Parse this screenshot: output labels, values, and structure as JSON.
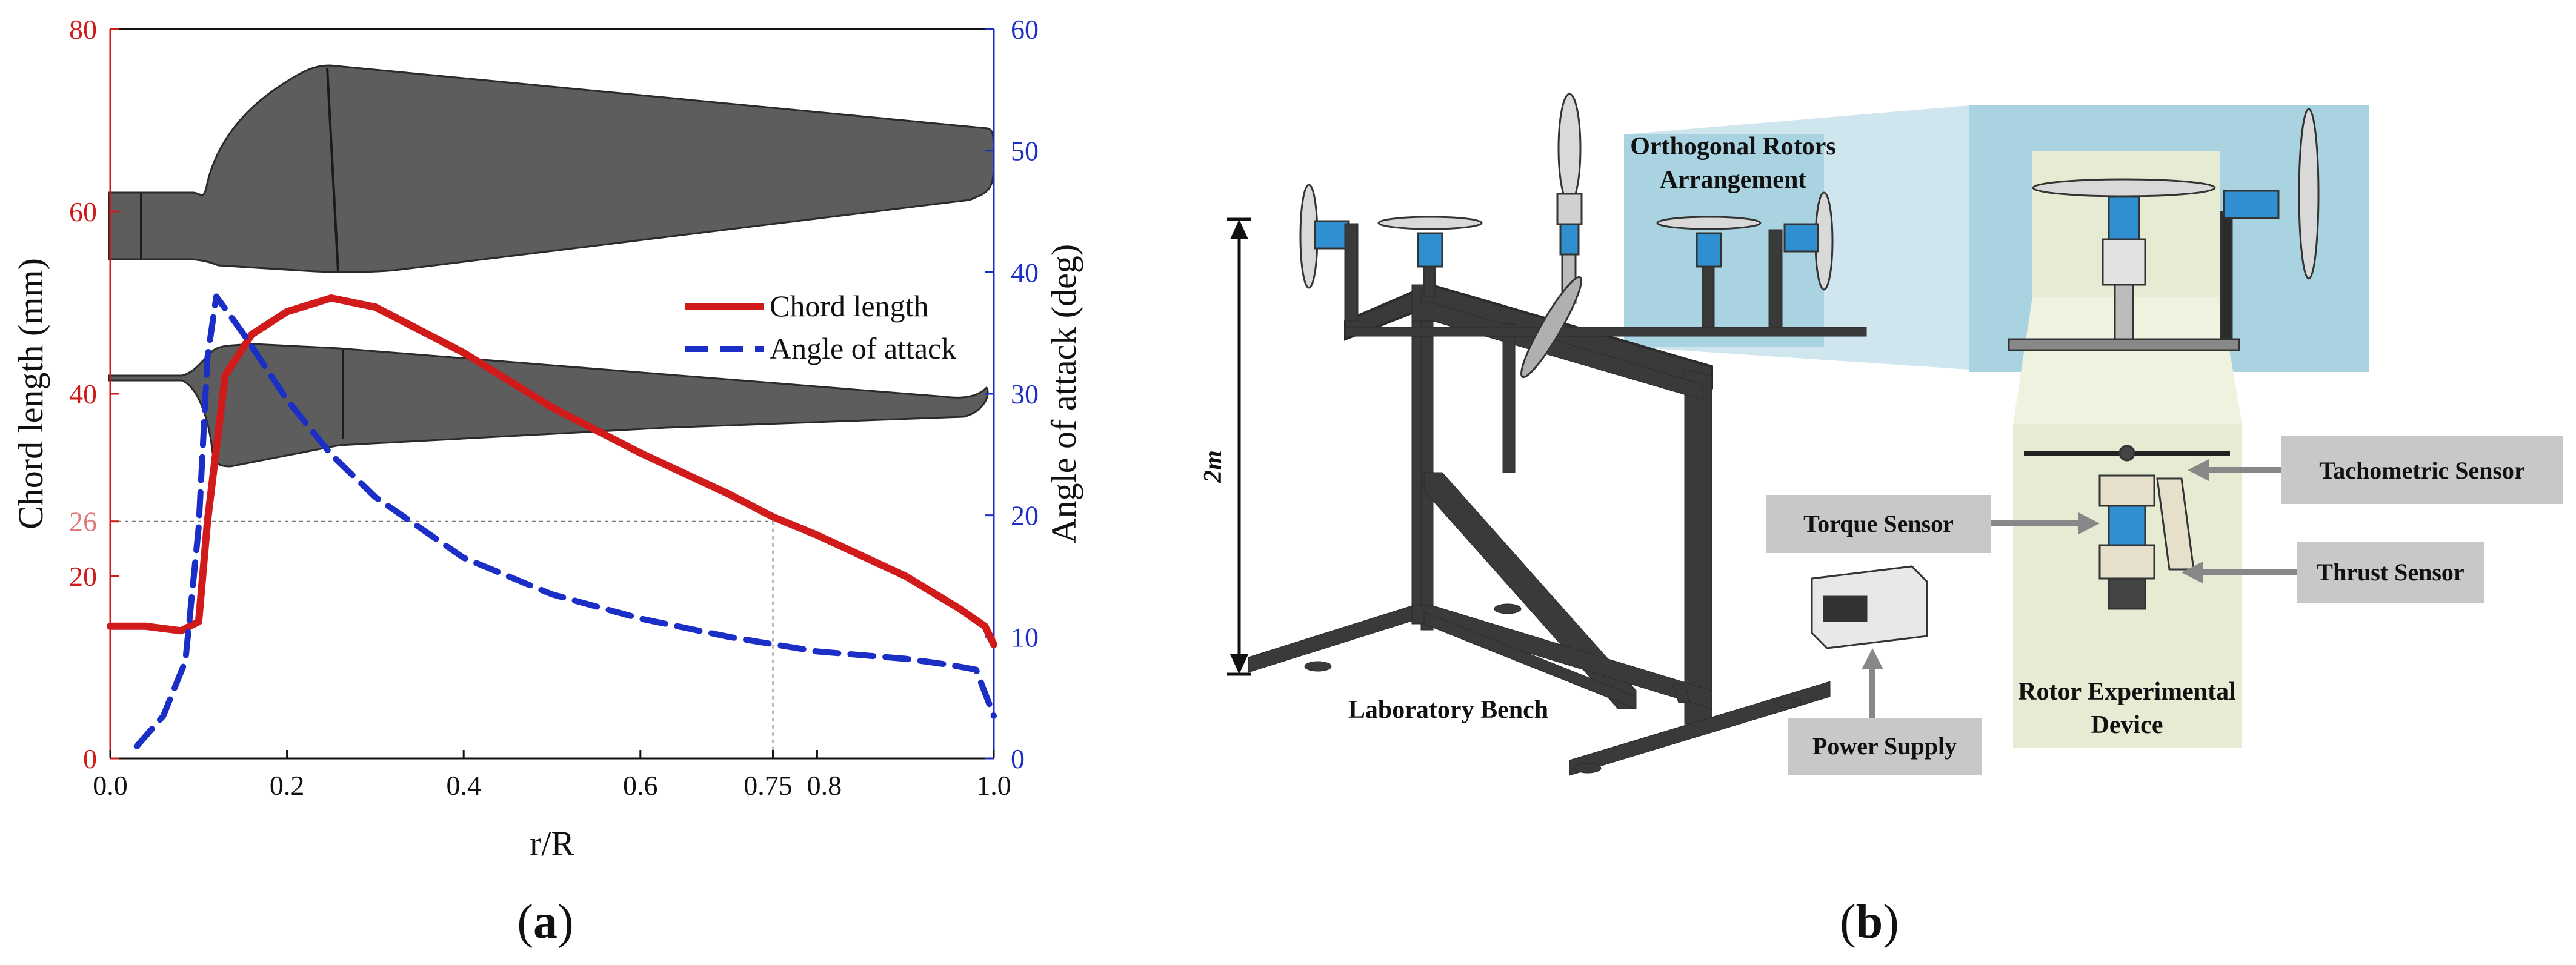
{
  "chart_data": {
    "type": "line",
    "xlabel": "r/R",
    "ylabel_left": "Chord length (mm)",
    "ylabel_right": "Angle of attack (deg)",
    "xlim": [
      0,
      1
    ],
    "ylim_left": [
      0,
      80
    ],
    "ylim_right": [
      0,
      60
    ],
    "x_ticks": [
      "0.0",
      "0.2",
      "0.4",
      "0.6",
      "0.75",
      "0.8",
      "1.0"
    ],
    "x_tick_values": [
      0.0,
      0.2,
      0.4,
      0.6,
      0.75,
      0.8,
      1.0
    ],
    "y_left_ticks": [
      "0",
      "20",
      "26",
      "40",
      "60",
      "80"
    ],
    "y_left_tick_values": [
      0,
      20,
      26,
      40,
      60,
      80
    ],
    "y_right_ticks": [
      "0",
      "10",
      "20",
      "30",
      "40",
      "50",
      "60"
    ],
    "y_right_tick_values": [
      0,
      10,
      20,
      30,
      40,
      50,
      60
    ],
    "legend_position": "right, middle",
    "series": [
      {
        "name": "Chord length",
        "axis": "left",
        "color": "#d11a1a",
        "style": "solid",
        "x": [
          0.0,
          0.04,
          0.08,
          0.1,
          0.11,
          0.13,
          0.16,
          0.2,
          0.25,
          0.3,
          0.4,
          0.5,
          0.6,
          0.7,
          0.75,
          0.8,
          0.9,
          0.96,
          0.99,
          1.0
        ],
        "y": [
          14.5,
          14.5,
          14.0,
          15.0,
          26.0,
          42.0,
          46.5,
          49.0,
          50.5,
          49.5,
          44.5,
          38.5,
          33.5,
          29.0,
          26.5,
          24.5,
          20.0,
          16.5,
          14.5,
          12.5
        ]
      },
      {
        "name": "Angle of attack",
        "axis": "right",
        "color": "#1b2fc7",
        "style": "dashed",
        "x": [
          0.03,
          0.06,
          0.085,
          0.1,
          0.11,
          0.12,
          0.13,
          0.15,
          0.2,
          0.25,
          0.3,
          0.4,
          0.5,
          0.6,
          0.7,
          0.75,
          0.8,
          0.9,
          0.95,
          0.98,
          1.0
        ],
        "y": [
          1.0,
          3.5,
          8.0,
          19.0,
          33.0,
          38.0,
          37.0,
          35.0,
          29.5,
          25.0,
          21.5,
          16.5,
          13.5,
          11.5,
          10.0,
          9.4,
          8.8,
          8.2,
          7.7,
          7.3,
          3.5
        ]
      }
    ],
    "annotations": [
      {
        "type": "dotted-guide",
        "x": 0.75,
        "y_left": 26
      }
    ]
  },
  "captions": {
    "a": "(a)",
    "b": "(b)"
  },
  "photo": {
    "height_marker": "2m",
    "callouts": {
      "orthogonal_line1": "Orthogonal Rotors",
      "orthogonal_line2": "Arrangement",
      "laboratory_bench": "Laboratory Bench",
      "rotor_device_line1": "Rotor Experimental",
      "rotor_device_line2": "Device"
    },
    "boxes": {
      "tachometric": "Tachometric Sensor",
      "torque": "Torque Sensor",
      "thrust": "Thrust Sensor",
      "power": "Power Supply"
    },
    "colors": {
      "frame": "#2b2b2b",
      "panel_blue": "#a9d3e0",
      "panel_green": "#e6ecd3",
      "box_gray": "#c8c8c8"
    }
  }
}
